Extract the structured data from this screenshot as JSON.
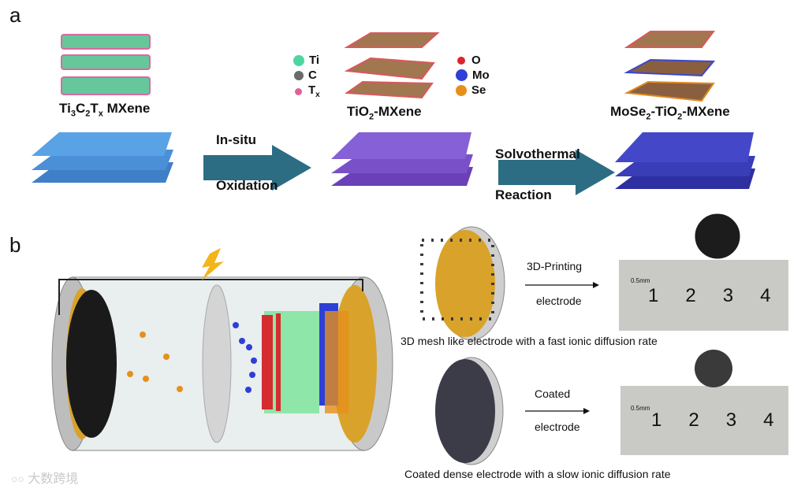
{
  "panel_a": {
    "letter": "a",
    "stage1": {
      "formula": [
        "Ti",
        "3",
        "C",
        "2",
        "T",
        "x",
        " MXene"
      ]
    },
    "arrow1": {
      "top": "In-situ",
      "bottom": "Oxidation"
    },
    "stage2": {
      "formula": [
        "TiO",
        "2",
        "-MXene"
      ]
    },
    "arrow2": {
      "top": "Solvothermal",
      "bottom": "Reaction"
    },
    "stage3": {
      "formula": [
        "MoSe",
        "2",
        "-TiO",
        "2",
        "-MXene"
      ]
    },
    "legend_left": [
      {
        "symbol": "Ti",
        "color": "#4fd6a0"
      },
      {
        "symbol": "C",
        "color": "#6b6b6b"
      },
      {
        "symbol": "T",
        "sub": "x",
        "color": "#e0609a"
      }
    ],
    "legend_right": [
      {
        "symbol": "O",
        "color": "#d8262b"
      },
      {
        "symbol": "Mo",
        "color": "#2d3fd6"
      },
      {
        "symbol": "Se",
        "color": "#e5901c"
      }
    ]
  },
  "panel_b": {
    "letter": "b",
    "top_method": {
      "top": "3D-Printing",
      "bottom": "electrode"
    },
    "top_caption": "3D mesh like electrode with a fast ionic diffusion rate",
    "bottom_method": {
      "top": "Coated",
      "bottom": "electrode"
    },
    "bottom_caption": "Coated dense electrode with a slow ionic diffusion rate",
    "ruler": {
      "unit": "0.5mm",
      "numbers": [
        "1",
        "2",
        "3",
        "4"
      ]
    }
  },
  "watermark": "大数跨境",
  "colors": {
    "arrow": "#2c6d84",
    "mxene_blue": "#3f8fd8",
    "tio2_purple": "#7b4fc8",
    "mose2_navy": "#3a3db8",
    "gold": "#d9a22a"
  }
}
